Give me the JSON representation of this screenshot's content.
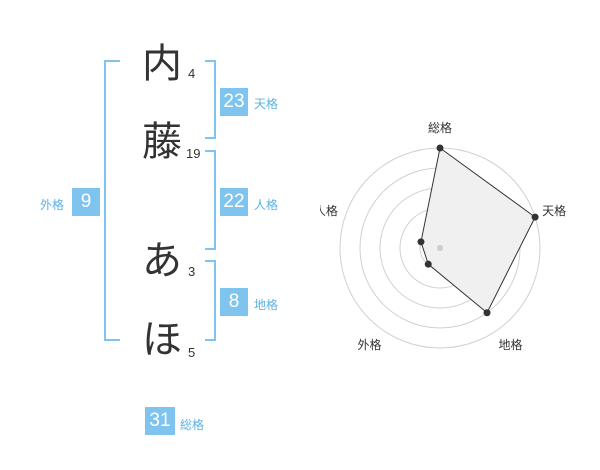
{
  "characters": [
    {
      "char": "内",
      "strokes": "4"
    },
    {
      "char": "藤",
      "strokes": "19"
    },
    {
      "char": "あ",
      "strokes": "3"
    },
    {
      "char": "ほ",
      "strokes": "5"
    }
  ],
  "fortunes": {
    "tenkaku": {
      "value": "23",
      "label": "天格"
    },
    "jinkaku": {
      "value": "22",
      "label": "人格"
    },
    "chikaku": {
      "value": "8",
      "label": "地格"
    },
    "gaikaku": {
      "value": "9",
      "label": "外格"
    },
    "soukaku": {
      "value": "31",
      "label": "総格"
    }
  },
  "colors": {
    "accent": "#7fc4ee",
    "label": "#5ab2e6",
    "text": "#333333"
  },
  "chart_data": {
    "type": "radar",
    "axes": [
      "総格",
      "天格",
      "地格",
      "外格",
      "人格"
    ],
    "values": [
      5,
      5,
      4,
      1,
      1
    ],
    "max": 5,
    "rings": 5
  }
}
